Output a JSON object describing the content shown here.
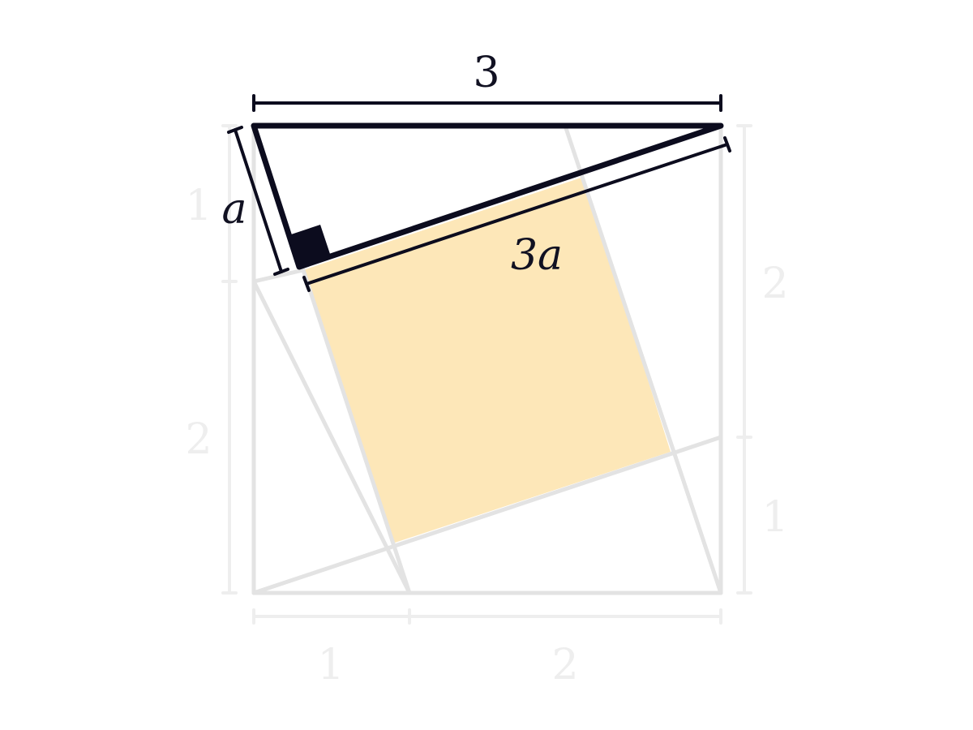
{
  "labels": {
    "top_length": "3",
    "hypotenuse": "3a",
    "short_leg": "a",
    "left_upper": "1",
    "left_lower": "2",
    "right_upper": "2",
    "right_lower": "1",
    "bottom_left": "1",
    "bottom_right": "2"
  },
  "colors": {
    "background": "#ffffff",
    "faint_grid": "#e3e3e3",
    "faint_text": "#eeeeee",
    "dark_stroke": "#0c0c1e",
    "highlight_fill": "#fde7b8"
  }
}
